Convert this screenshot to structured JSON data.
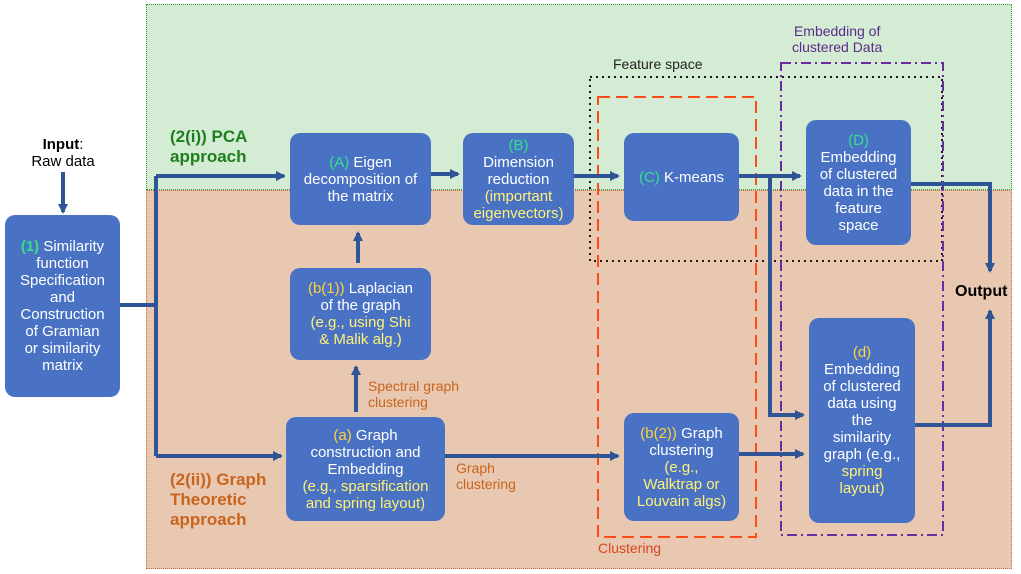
{
  "input": {
    "bold": "Input",
    "rest": ":",
    "line2": "Raw data"
  },
  "output": "Output",
  "box1": {
    "num": "(1)",
    "t1": " Similarity",
    "t2": "function",
    "t3": "Specification",
    "t4": "and",
    "t5": "Construction",
    "t6": "of Gramian",
    "t7": "or similarity",
    "t8": "matrix"
  },
  "boxA": {
    "num": "(A)",
    "t1": " Eigen",
    "t2": "decomposition of",
    "t3": "the matrix"
  },
  "boxB": {
    "num": "(B)",
    "t1": "Dimension",
    "t2": "reduction",
    "t3": "(important",
    "t4": "eigenvectors)"
  },
  "boxC": {
    "num": "(C)",
    "t1": " K-means"
  },
  "boxD": {
    "num": "(D)",
    "t1": "Embedding",
    "t2": "of clustered",
    "t3": "data in the",
    "t4": "feature",
    "t5": "space"
  },
  "boxb1": {
    "num": "(b(1))",
    "t1": " Laplacian",
    "t2": "of the graph",
    "t3": "(e.g., using Shi",
    "t4": "& Malik alg.)"
  },
  "boxa": {
    "num": "(a)",
    "t1": " Graph",
    "t2": "construction and",
    "t3": "Embedding",
    "t4": "(e.g., sparsification",
    "t5": "and spring layout)"
  },
  "boxb2": {
    "num": "(b(2))",
    "t1": " Graph",
    "t2": "clustering",
    "t3": "(e.g.,",
    "t4": "Walktrap or",
    "t5": "Louvain algs)"
  },
  "boxd": {
    "num": "(d)",
    "t1": "Embedding",
    "t2": "of clustered",
    "t3": "data using",
    "t4": "the",
    "t5": "similarity",
    "t6": "graph (e.g.,",
    "t7": "spring",
    "t8": "layout)"
  },
  "pca": {
    "l1": "(2(i)) PCA",
    "l2": "approach"
  },
  "graph": {
    "l1": "(2(ii)) Graph",
    "l2": "Theoretic",
    "l3": "approach"
  },
  "spectral": {
    "l1": "Spectral graph",
    "l2": "clustering"
  },
  "graphclust": {
    "l1": "Graph",
    "l2": "clustering"
  },
  "feature_space": "Feature space",
  "embedding_cluster": {
    "l1": "Embedding of",
    "l2": "clustered Data"
  },
  "clustering": "Clustering",
  "colors": {
    "box": "#4a72c4",
    "arrow": "#2f5597",
    "pca_bg": "#d3ecd3",
    "graph_bg": "#e9c8b1",
    "green": "#1e7f1e",
    "orange": "#c8641e",
    "cluster_red": "#ff4a1a",
    "purple": "#6a2ca0"
  }
}
